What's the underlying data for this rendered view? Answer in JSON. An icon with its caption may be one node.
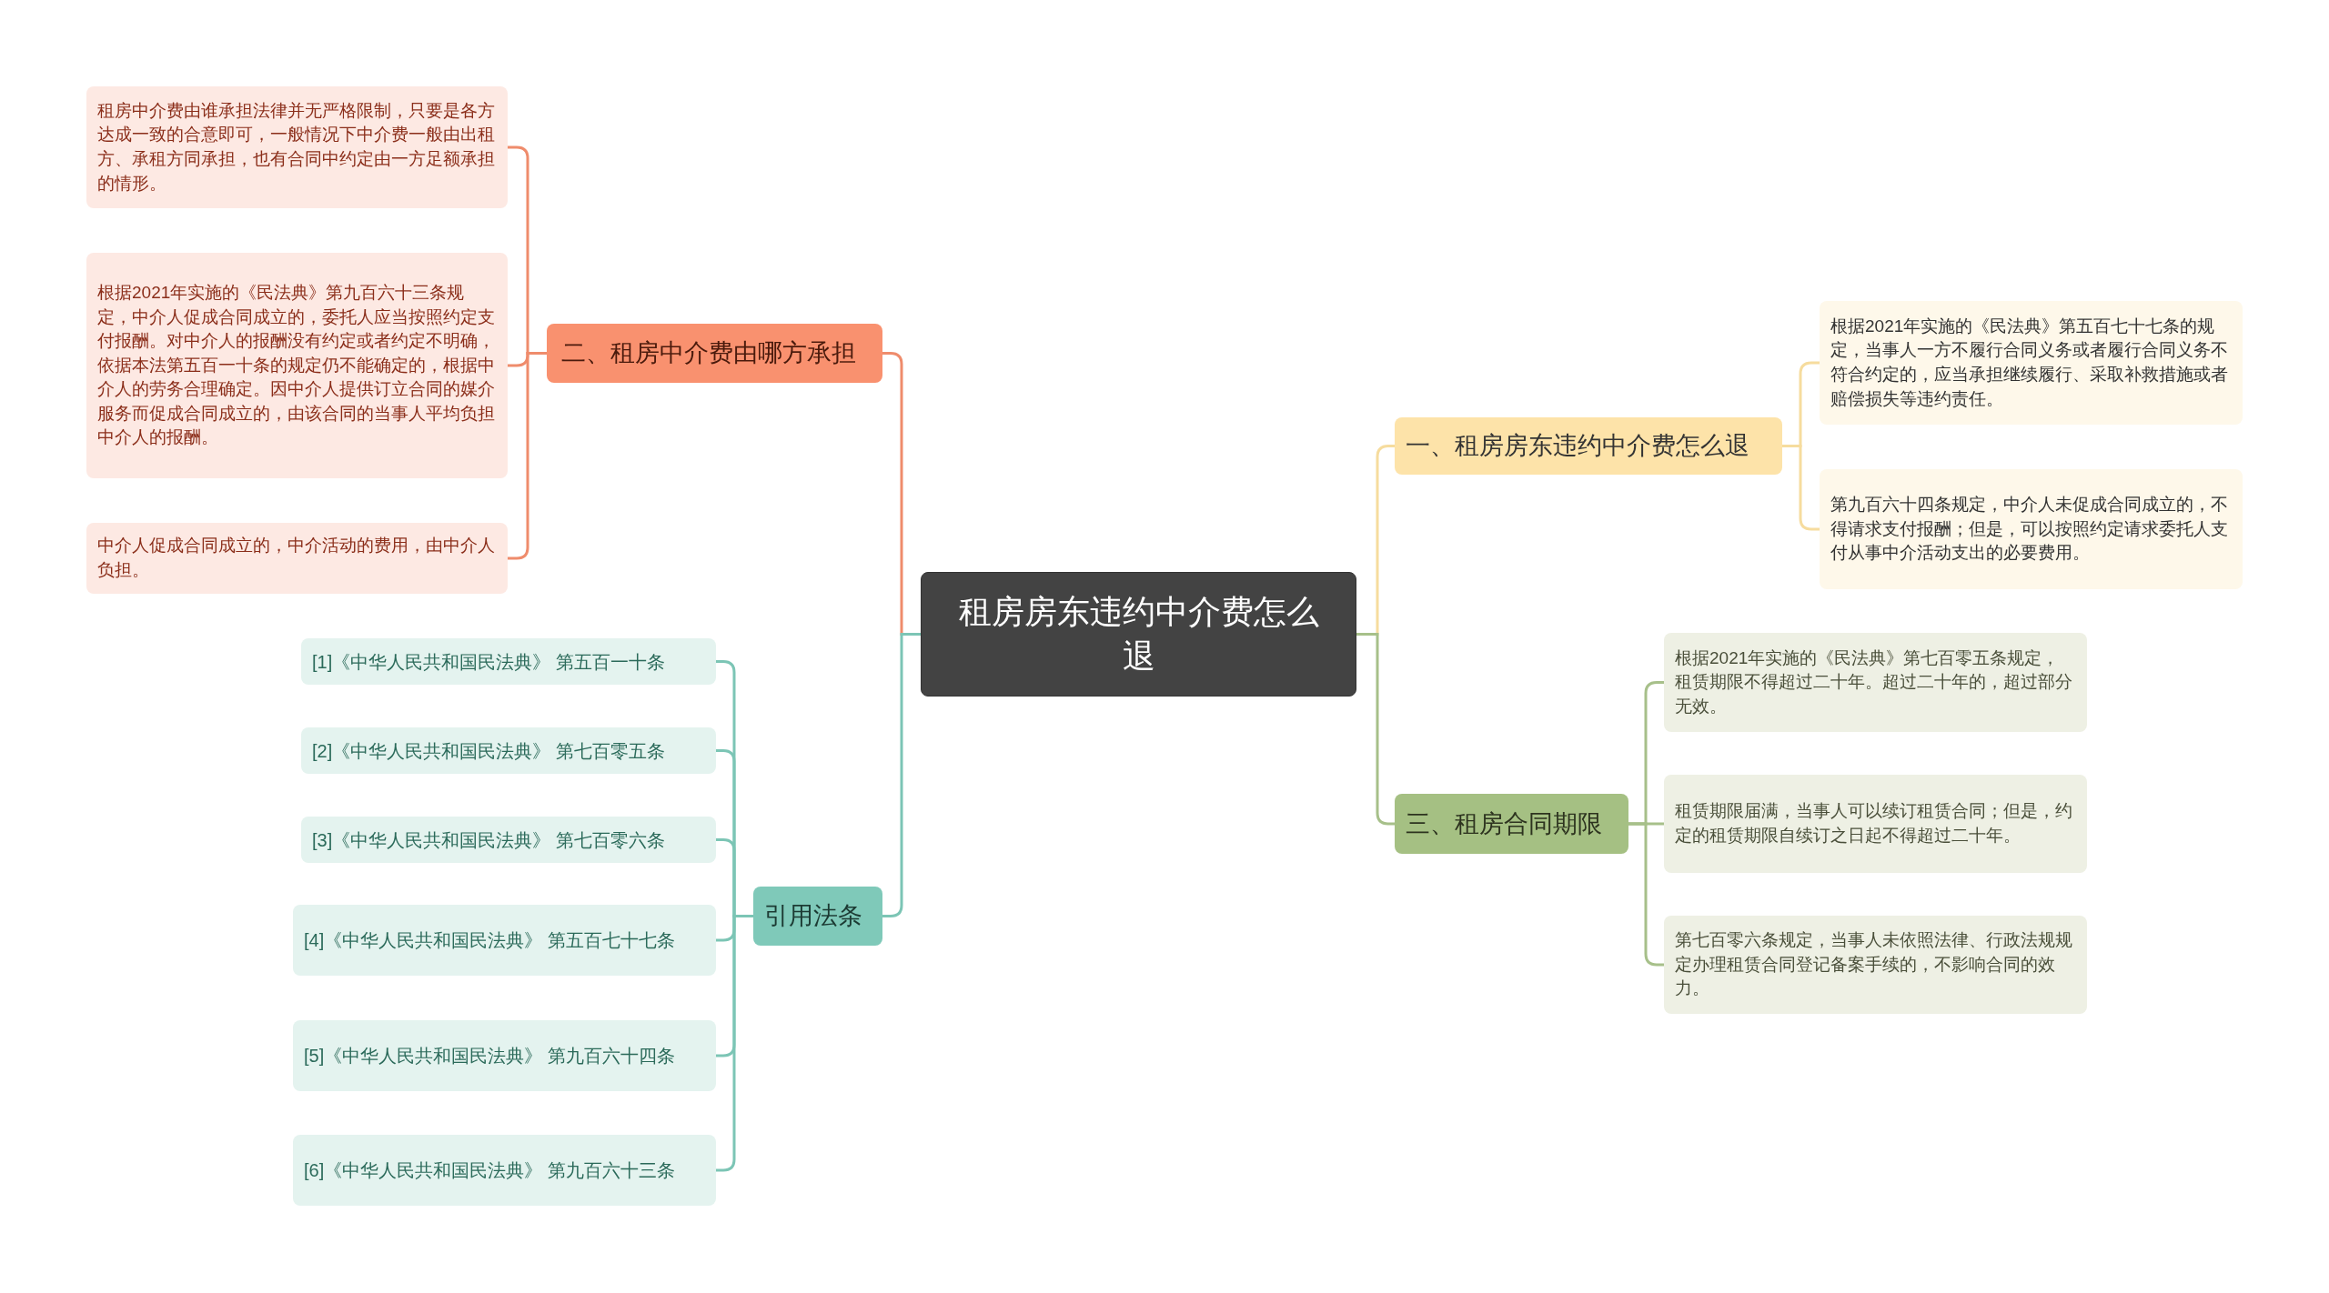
{
  "diagram": {
    "nodes": [
      {
        "text": [
          "租房房东违约中介费怎么退"
        ]
      },
      {
        "text": [
          "二、租房中介费由哪方承担"
        ]
      },
      {
        "text": [
          "租房中介费由谁承担法律并无严格限制，只要是各方达成一致的合意即可，一般情况下中介费一般由出租方、承租方同承担，也有合同中约定由一方足额承担的情形。"
        ]
      },
      {
        "text": [
          "根据2021年实施的《民法典》第九百六十三条规定，中介人促成合同成立的，委托人应当按照约定支付报酬。对中介人的报酬没有约定或者约定不明确，依据本法第五百一十条的规定仍不能确定的，根据中介人的劳务合理确定。因中介人提供订立合同的媒介服务而促成合同成立的，由该合同的当事人平均负担中介人的报酬。"
        ]
      },
      {
        "text": [
          "中介人促成合同成立的，中介活动的费用，由中介人负担。"
        ]
      },
      {
        "text": [
          "引用法条"
        ]
      },
      {
        "text": [
          "[1]《中华人民共和国民法典》 第五百一十条"
        ]
      },
      {
        "text": [
          "[2]《中华人民共和国民法典》 第七百零五条"
        ]
      },
      {
        "text": [
          "[3]《中华人民共和国民法典》 第七百零六条"
        ]
      },
      {
        "text": [
          "[4]《中华人民共和国民法典》 第五百七十七条"
        ]
      },
      {
        "text": [
          "[5]《中华人民共和国民法典》 第九百六十四条"
        ]
      },
      {
        "text": [
          "[6]《中华人民共和国民法典》 第九百六十三条"
        ]
      },
      {
        "text": [
          "一、租房房东违约中介费怎么退"
        ]
      },
      {
        "text": [
          "根据2021年实施的《民法典》第五百七十七条的规定，当事人一方不履行合同义务或者履行合同义务不符合约定的，应当承担继续履行、采取补救措施或者赔偿损失等违约责任。"
        ]
      },
      {
        "text": [
          "第九百六十四条规定，中介人未促成合同成立的，不得请求支付报酬；但是，可以按照约定请求委托人支付从事中介活动支出的必要费用。"
        ]
      },
      {
        "text": [
          "三、租房合同期限"
        ]
      },
      {
        "text": [
          "根据2021年实施的《民法典》第七百零五条规定，租赁期限不得超过二十年。超过二十年的，超过部分无效。"
        ]
      },
      {
        "text": [
          "租赁期限届满，当事人可以续订租赁合同；但是，约定的租赁期限自续订之日起不得超过二十年。"
        ]
      },
      {
        "text": [
          "第七百零六条规定，当事人未依照法律、行政法规规定办理租赁合同登记备案手续的，不影响合同的效力。"
        ]
      }
    ],
    "edges": [
      {
        "from": 0,
        "to": 1,
        "arrow": "none",
        "color": "#ef8c6c"
      },
      {
        "from": 1,
        "to": 2,
        "arrow": "none",
        "color": "#ef8c6c"
      },
      {
        "from": 1,
        "to": 3,
        "arrow": "none",
        "color": "#ef8c6c"
      },
      {
        "from": 1,
        "to": 4,
        "arrow": "none",
        "color": "#ef8c6c"
      },
      {
        "from": 0,
        "to": 5,
        "arrow": "none",
        "color": "#7cc5b5"
      },
      {
        "from": 5,
        "to": 6,
        "arrow": "none",
        "color": "#7cc5b5"
      },
      {
        "from": 5,
        "to": 7,
        "arrow": "none",
        "color": "#7cc5b5"
      },
      {
        "from": 5,
        "to": 8,
        "arrow": "none",
        "color": "#7cc5b5"
      },
      {
        "from": 5,
        "to": 9,
        "arrow": "none",
        "color": "#7cc5b5"
      },
      {
        "from": 5,
        "to": 10,
        "arrow": "none",
        "color": "#7cc5b5"
      },
      {
        "from": 5,
        "to": 11,
        "arrow": "none",
        "color": "#7cc5b5"
      },
      {
        "from": 0,
        "to": 12,
        "arrow": "none",
        "color": "#f6dc9e"
      },
      {
        "from": 12,
        "to": 13,
        "arrow": "none",
        "color": "#f6dc9e"
      },
      {
        "from": 12,
        "to": 14,
        "arrow": "none",
        "color": "#f6dc9e"
      },
      {
        "from": 0,
        "to": 15,
        "arrow": "none",
        "color": "#a7c08a"
      },
      {
        "from": 15,
        "to": 16,
        "arrow": "none",
        "color": "#a7c08a"
      },
      {
        "from": 15,
        "to": 17,
        "arrow": "none",
        "color": "#a7c08a"
      },
      {
        "from": 15,
        "to": 18,
        "arrow": "none",
        "color": "#a7c08a"
      }
    ]
  }
}
